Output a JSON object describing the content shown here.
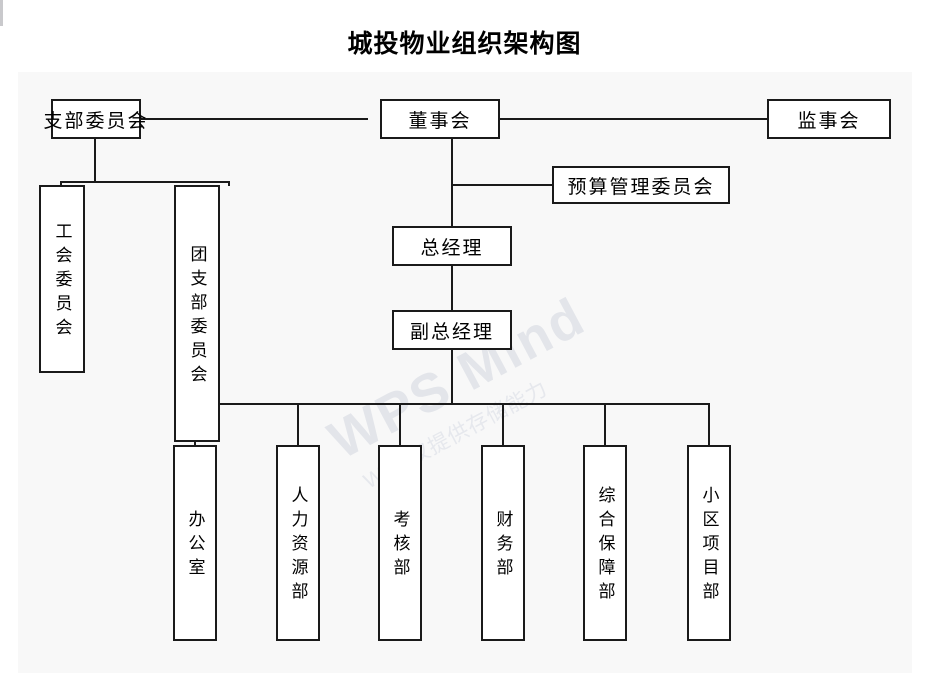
{
  "document": {
    "title": "城投物业组织架构图",
    "type": "organization-chart",
    "watermark": {
      "primary": "WPS Mind",
      "secondary": "WPS仅提供存储能力"
    },
    "colors": {
      "canvas": "#f8f8f8",
      "page": "#ffffff",
      "line": "#1a1a1a",
      "box_fill": "#ffffff",
      "text": "#000000",
      "watermark": "#e3e5ea"
    }
  },
  "chart_data": {
    "type": "diagram",
    "title": "城投物业组织架构图",
    "nodes": [
      {
        "id": "party_branch",
        "label": "支部委员会",
        "orientation": "horizontal",
        "level": 0
      },
      {
        "id": "board",
        "label": "董事会",
        "orientation": "horizontal",
        "level": 0
      },
      {
        "id": "supervisors",
        "label": "监事会",
        "orientation": "horizontal",
        "level": 0
      },
      {
        "id": "union",
        "label": "工会委员会",
        "orientation": "vertical",
        "level": 1
      },
      {
        "id": "youth_league",
        "label": "团支部委员会",
        "orientation": "vertical",
        "level": 1
      },
      {
        "id": "budget_cmte",
        "label": "预算管理委员会",
        "orientation": "horizontal",
        "level": 1
      },
      {
        "id": "gm",
        "label": "总经理",
        "orientation": "horizontal",
        "level": 2
      },
      {
        "id": "deputy_gm",
        "label": "副总经理",
        "orientation": "horizontal",
        "level": 3
      },
      {
        "id": "office",
        "label": "办公室",
        "orientation": "vertical",
        "level": 4
      },
      {
        "id": "hr",
        "label": "人力资源部",
        "orientation": "vertical",
        "level": 4
      },
      {
        "id": "assessment",
        "label": "考核部",
        "orientation": "vertical",
        "level": 4
      },
      {
        "id": "finance",
        "label": "财务部",
        "orientation": "vertical",
        "level": 4
      },
      {
        "id": "support",
        "label": "综合保障部",
        "orientation": "vertical",
        "level": 4
      },
      {
        "id": "community",
        "label": "小区项目部",
        "orientation": "vertical",
        "level": 4
      }
    ],
    "edges": [
      {
        "from": "party_branch",
        "to": "board"
      },
      {
        "from": "board",
        "to": "supervisors"
      },
      {
        "from": "party_branch",
        "to": "union"
      },
      {
        "from": "party_branch",
        "to": "youth_league"
      },
      {
        "from": "board",
        "to": "budget_cmte"
      },
      {
        "from": "board",
        "to": "gm"
      },
      {
        "from": "gm",
        "to": "deputy_gm"
      },
      {
        "from": "deputy_gm",
        "to": "office"
      },
      {
        "from": "deputy_gm",
        "to": "hr"
      },
      {
        "from": "deputy_gm",
        "to": "assessment"
      },
      {
        "from": "deputy_gm",
        "to": "finance"
      },
      {
        "from": "deputy_gm",
        "to": "support"
      },
      {
        "from": "deputy_gm",
        "to": "community"
      }
    ]
  },
  "nodes": {
    "party_branch": "支部委员会",
    "board": "董事会",
    "supervisors": "监事会",
    "union": "工会委员会",
    "youth_league": "团支部委员会",
    "budget_cmte": "预算管理委员会",
    "gm": "总经理",
    "deputy_gm": "副总经理",
    "office": "办公室",
    "hr": "人力资源部",
    "assessment": "考核部",
    "finance": "财务部",
    "support": "综合保障部",
    "community": "小区项目部"
  }
}
